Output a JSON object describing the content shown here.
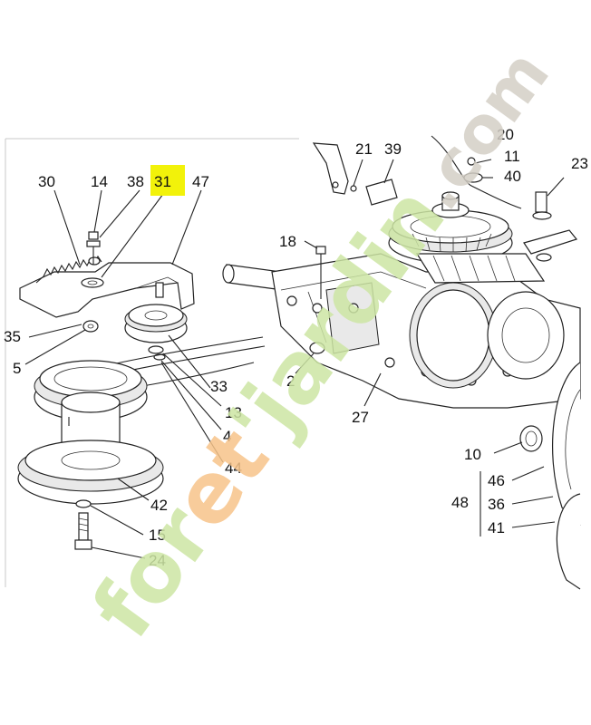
{
  "highlight": {
    "label": "31",
    "color": "#f2f20a"
  },
  "labels": {
    "l30": "30",
    "l14": "14",
    "l38": "38",
    "l31": "31",
    "l47": "47",
    "l35": "35",
    "l5": "5",
    "l33": "33",
    "l13": "13",
    "l4": "4",
    "l44": "44",
    "l42": "42",
    "l15": "15",
    "l24": "24",
    "l21": "21",
    "l39": "39",
    "l20": "20",
    "l11": "11",
    "l40": "40",
    "l23": "23",
    "l18": "18",
    "l2": "2",
    "l27": "27",
    "l10": "10",
    "l48": "48",
    "l46": "46",
    "l36": "36",
    "l41": "41"
  },
  "watermark": {
    "text_part1": "for",
    "text_part2": "et",
    "text_part3": "'jardin",
    "text_part4": ".com",
    "color_green": "#cde6a4",
    "color_orange": "#f7c48a",
    "color_grey": "#d4cfc6"
  }
}
